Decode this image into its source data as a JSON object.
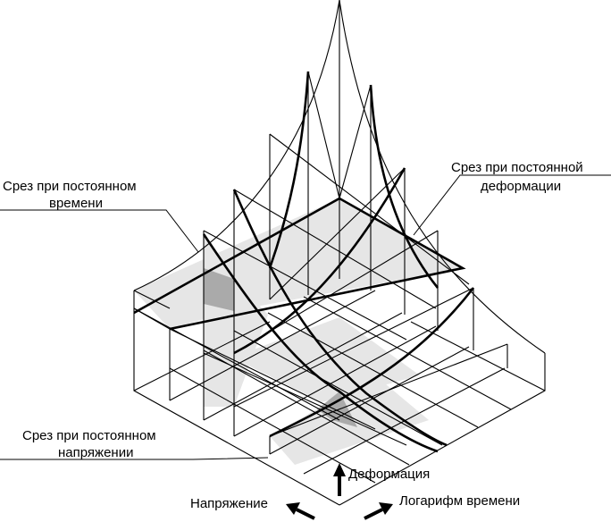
{
  "labels": {
    "time_slice": [
      "Срез при постоянном",
      "времени"
    ],
    "strain_slice": [
      "Срез при постоянной",
      "деформации"
    ],
    "stress_slice": [
      "Срез при постоянном",
      "напряжении"
    ],
    "axis_strain": "Деформация",
    "axis_stress": "Напряжение",
    "axis_logtime": "Логарифм времени"
  },
  "colors": {
    "shade_light": "#e6e6e6",
    "shade_dark": "#aaaaaa",
    "line": "#000000"
  }
}
